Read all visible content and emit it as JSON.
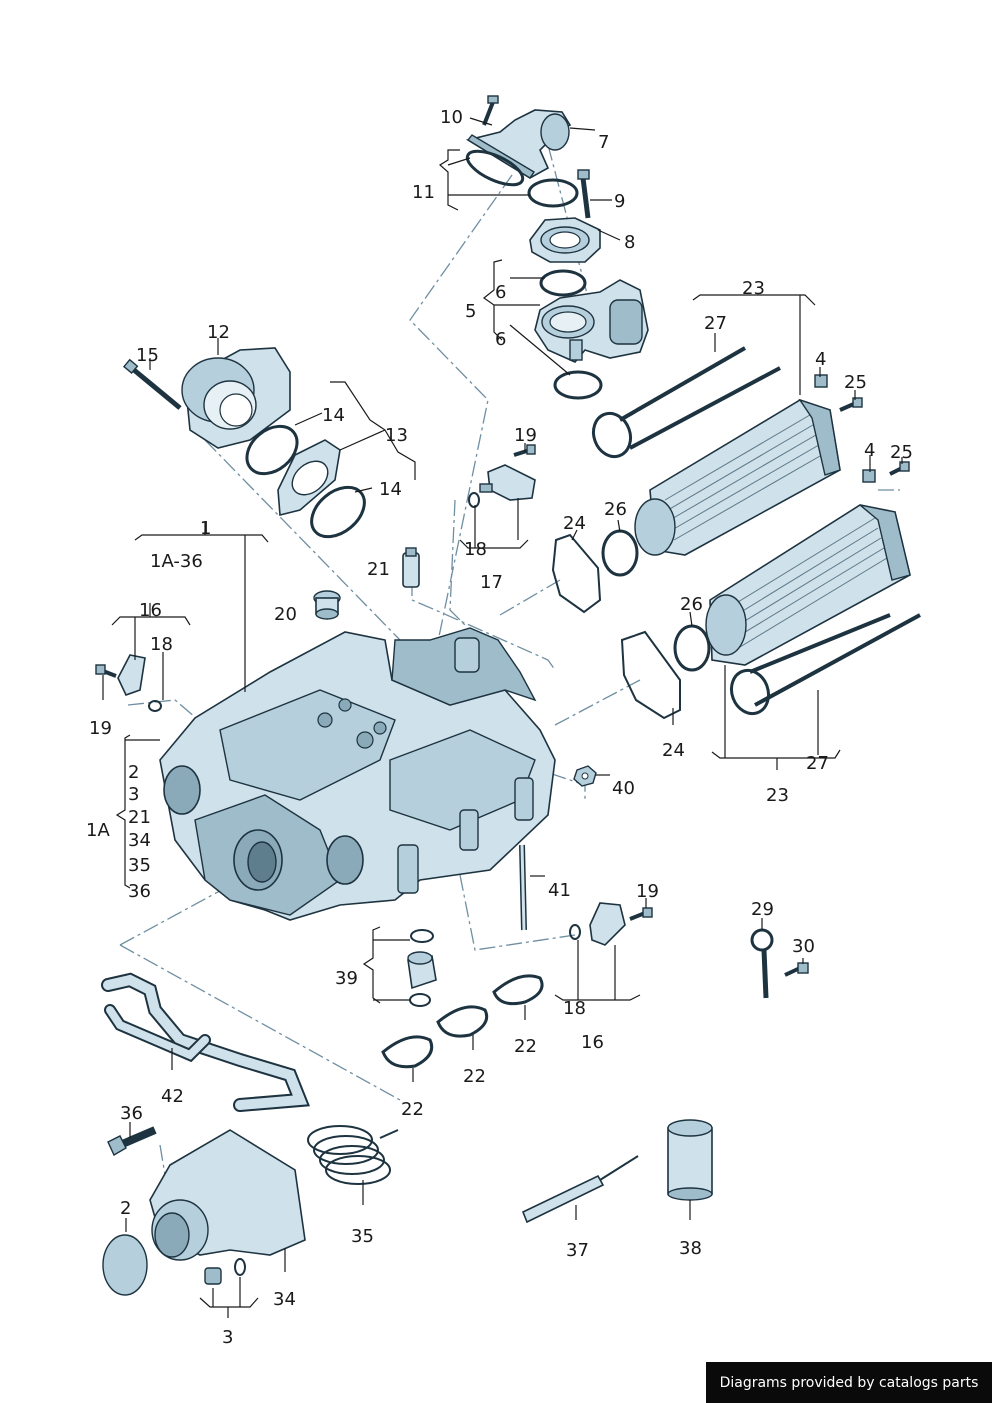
{
  "callouts": [
    {
      "id": "c10",
      "text": "10"
    },
    {
      "id": "c7",
      "text": "7"
    },
    {
      "id": "c11",
      "text": "11"
    },
    {
      "id": "c9",
      "text": "9"
    },
    {
      "id": "c8",
      "text": "8"
    },
    {
      "id": "c23a",
      "text": "23"
    },
    {
      "id": "c6a",
      "text": "6"
    },
    {
      "id": "c5",
      "text": "5"
    },
    {
      "id": "c6b",
      "text": "6"
    },
    {
      "id": "c27a",
      "text": "27"
    },
    {
      "id": "c12",
      "text": "12"
    },
    {
      "id": "c15",
      "text": "15"
    },
    {
      "id": "c4a",
      "text": "4"
    },
    {
      "id": "c25a",
      "text": "25"
    },
    {
      "id": "c14a",
      "text": "14"
    },
    {
      "id": "c13",
      "text": "13"
    },
    {
      "id": "c19a",
      "text": "19"
    },
    {
      "id": "c4b",
      "text": "4"
    },
    {
      "id": "c25b",
      "text": "25"
    },
    {
      "id": "c14b",
      "text": "14"
    },
    {
      "id": "c24a",
      "text": "24"
    },
    {
      "id": "c26a",
      "text": "26"
    },
    {
      "id": "c1",
      "text": "1"
    },
    {
      "id": "c18a",
      "text": "18"
    },
    {
      "id": "c1a36",
      "text": "1A-36"
    },
    {
      "id": "c21",
      "text": "21"
    },
    {
      "id": "c17",
      "text": "17"
    },
    {
      "id": "c16a",
      "text": "16"
    },
    {
      "id": "c20",
      "text": "20"
    },
    {
      "id": "c26b",
      "text": "26"
    },
    {
      "id": "c18b",
      "text": "18"
    },
    {
      "id": "c19b",
      "text": "19"
    },
    {
      "id": "c24b",
      "text": "24"
    },
    {
      "id": "c27b",
      "text": "27"
    },
    {
      "id": "c2a",
      "text": "2"
    },
    {
      "id": "c40",
      "text": "40"
    },
    {
      "id": "c23b",
      "text": "23"
    },
    {
      "id": "c3a",
      "text": "3"
    },
    {
      "id": "c21b",
      "text": "21"
    },
    {
      "id": "c1A",
      "text": "1A"
    },
    {
      "id": "c34a",
      "text": "34"
    },
    {
      "id": "c35a",
      "text": "35"
    },
    {
      "id": "c36a",
      "text": "36"
    },
    {
      "id": "c41",
      "text": "41"
    },
    {
      "id": "c19c",
      "text": "19"
    },
    {
      "id": "c29",
      "text": "29"
    },
    {
      "id": "c30",
      "text": "30"
    },
    {
      "id": "c39",
      "text": "39"
    },
    {
      "id": "c18c",
      "text": "18"
    },
    {
      "id": "c16b",
      "text": "16"
    },
    {
      "id": "c22a",
      "text": "22"
    },
    {
      "id": "c42",
      "text": "42"
    },
    {
      "id": "c22b",
      "text": "22"
    },
    {
      "id": "c22c",
      "text": "22"
    },
    {
      "id": "c36b",
      "text": "36"
    },
    {
      "id": "c2b",
      "text": "2"
    },
    {
      "id": "c35b",
      "text": "35"
    },
    {
      "id": "c37",
      "text": "37"
    },
    {
      "id": "c38",
      "text": "38"
    },
    {
      "id": "c34b",
      "text": "34"
    },
    {
      "id": "c3b",
      "text": "3"
    }
  ],
  "footer": {
    "text": "Diagrams provided by catalogs parts"
  }
}
